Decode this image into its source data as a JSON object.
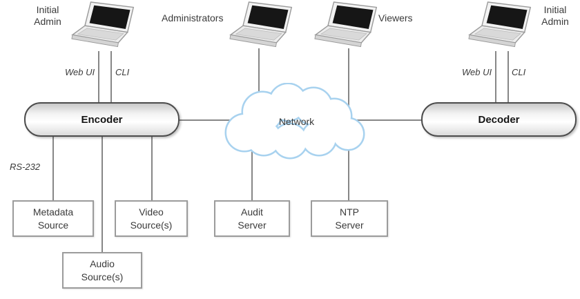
{
  "clients": {
    "initial_admin_left": "Initial\nAdmin",
    "administrators": "Administrators",
    "viewers": "Viewers",
    "initial_admin_right": "Initial\nAdmin"
  },
  "devices": {
    "encoder": "Encoder",
    "decoder": "Decoder",
    "network": "Network"
  },
  "sources": {
    "metadata": "Metadata\nSource",
    "video": "Video\nSource(s)",
    "audio": "Audio\nSource(s)"
  },
  "servers": {
    "audit": "Audit\nServer",
    "ntp": "NTP\nServer"
  },
  "connection_labels": {
    "web_ui_left": "Web UI",
    "cli_left": "CLI",
    "web_ui_right": "Web UI",
    "cli_right": "CLI",
    "rs232": "RS-232"
  },
  "colors": {
    "connector": "#868686",
    "cloud_stroke": "#a8d2ef",
    "box_border": "#9b9b9b",
    "device_border": "#4c4c4c",
    "text": "#3a3a3a"
  }
}
